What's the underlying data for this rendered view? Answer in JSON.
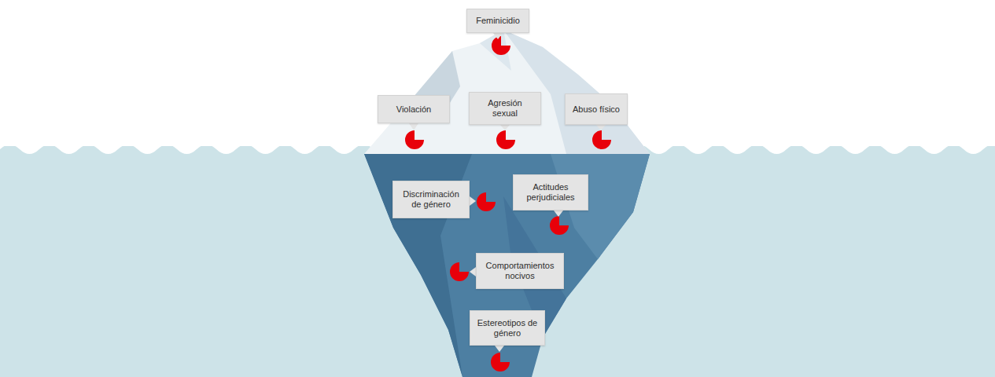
{
  "diagram": {
    "nodes": [
      {
        "text": [
          "Feminicidio"
        ]
      },
      {
        "text": [
          "Violación"
        ]
      },
      {
        "text": [
          "Agresión sexual"
        ]
      },
      {
        "text": [
          "Abuso físico"
        ]
      },
      {
        "text": [
          "Discriminación de género"
        ]
      },
      {
        "text": [
          "Actitudes perjudiciales"
        ]
      },
      {
        "text": [
          "Comportamientos nocivos"
        ]
      },
      {
        "text": [
          "Estereotipos de género"
        ]
      }
    ]
  }
}
